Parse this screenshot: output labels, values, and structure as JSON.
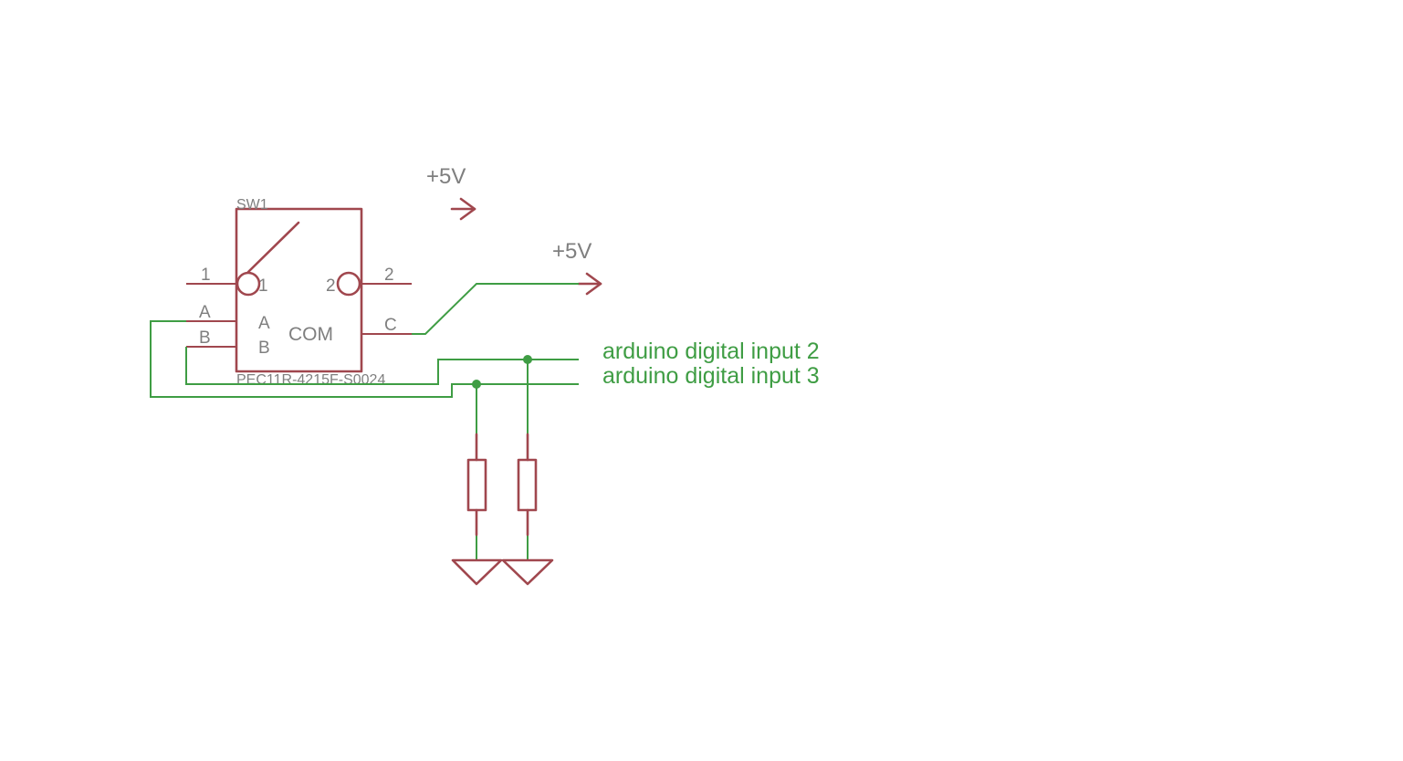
{
  "component": {
    "ref": "SW1",
    "value": "PEC11R-4215F-S0024",
    "pins_outer": [
      "1",
      "2",
      "A",
      "B",
      "C"
    ],
    "pins_inner": [
      "1",
      "2",
      "A",
      "B",
      "COM"
    ]
  },
  "power_labels": [
    "+5V",
    "+5V"
  ],
  "net_labels": [
    "arduino digital input 2",
    "arduino digital input 3"
  ],
  "colors": {
    "part": "#a0474e",
    "wire": "#3f9d44",
    "text": "#7f7f7f"
  }
}
